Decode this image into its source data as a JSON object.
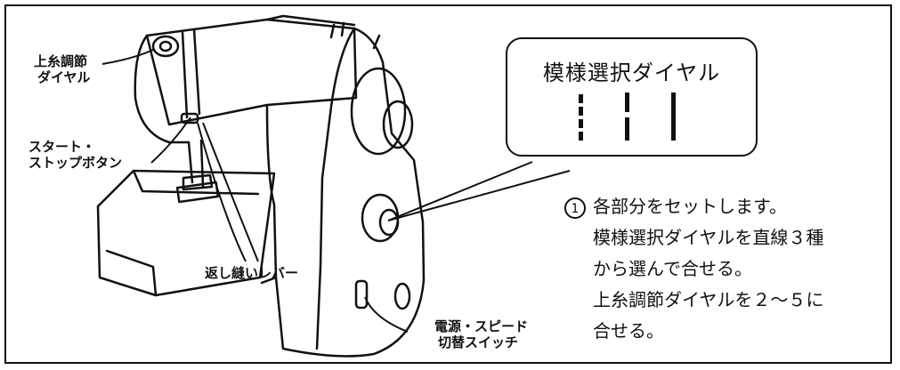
{
  "labels": {
    "upper_tension_dial": [
      "上糸調節",
      "ダイヤル"
    ],
    "start_stop_button": [
      "スタート・",
      "ストップボタン"
    ],
    "reverse_lever": "返し縫いレバー",
    "power_speed_switch": [
      "電源・スピード",
      "切替スイッチ"
    ]
  },
  "callout": {
    "title": "模様選択ダイヤル",
    "marks": 3
  },
  "instructions": {
    "step_number": "1",
    "lines": [
      "各部分をセットします。",
      "模様選択ダイヤルを直線３種",
      "から選んで合せる。",
      "上糸調節ダイヤルを２～５に",
      "合せる。"
    ]
  }
}
